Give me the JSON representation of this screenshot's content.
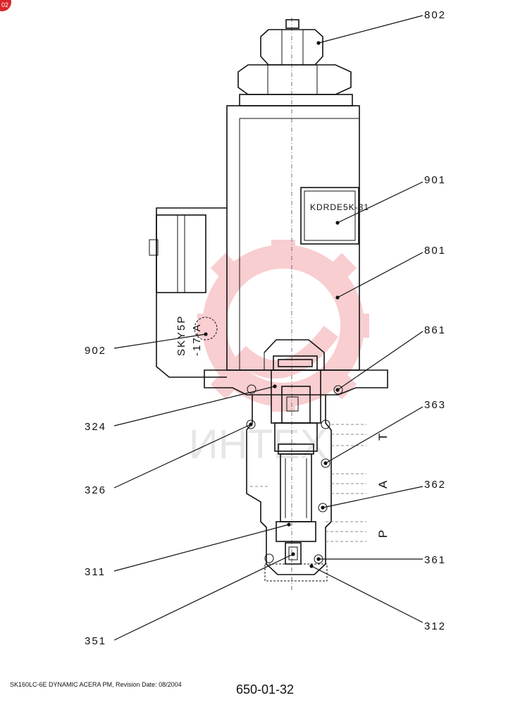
{
  "diagram": {
    "nameplate_text": "KDRDE5K-31",
    "connector_label_line1": "SKY5P",
    "connector_label_line2": "-17-A",
    "ports": {
      "t": "T",
      "a": "A",
      "p": "P"
    },
    "callouts": {
      "c802": "802",
      "c901": "901",
      "c801": "801",
      "c861": "861",
      "c902": "902",
      "c324": "324",
      "c363": "363",
      "c326": "326",
      "c362": "362",
      "c311": "311",
      "c361": "361",
      "c312": "312",
      "c351": "351"
    },
    "watermark_text": "ИНТЕХ",
    "watermark_color": "#f3a7aa"
  },
  "footer": {
    "left": "SK160LC-6E DYNAMIC ACERA PM, Revision Date: 08/2004",
    "right": "650-01-32"
  },
  "corner_badge": "02"
}
